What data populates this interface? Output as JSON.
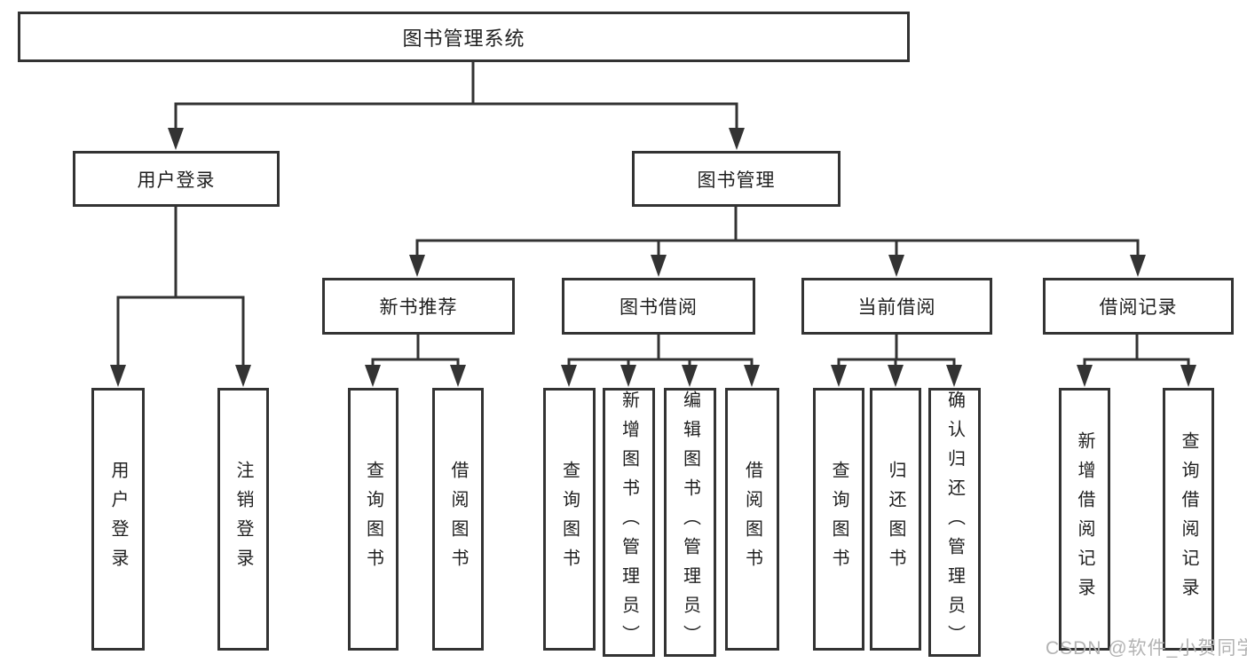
{
  "diagram": {
    "type": "tree",
    "orientation": "top-down"
  },
  "colors": {
    "line": "#333333",
    "box_border": "#333333",
    "box_fill": "#ffffff",
    "text": "#1f1f1f",
    "watermark": "#b3b3b3",
    "background": "#ffffff"
  },
  "tree": {
    "root": {
      "label": "图书管理系统",
      "children": [
        {
          "label": "用户登录",
          "children": [
            {
              "label": "用户登录"
            },
            {
              "label": "注销登录"
            }
          ]
        },
        {
          "label": "图书管理",
          "children": [
            {
              "label": "新书推荐",
              "children": [
                {
                  "label": "查询图书"
                },
                {
                  "label": "借阅图书"
                }
              ]
            },
            {
              "label": "图书借阅",
              "children": [
                {
                  "label": "查询图书"
                },
                {
                  "label": "新增图书（管理员）"
                },
                {
                  "label": "编辑图书（管理员）"
                },
                {
                  "label": "借阅图书"
                }
              ]
            },
            {
              "label": "当前借阅",
              "children": [
                {
                  "label": "查询图书"
                },
                {
                  "label": "归还图书"
                },
                {
                  "label": "确认归还（管理员）"
                }
              ]
            },
            {
              "label": "借阅记录",
              "children": [
                {
                  "label": "新增借阅记录"
                },
                {
                  "label": "查询借阅记录"
                }
              ]
            }
          ]
        }
      ]
    }
  },
  "watermark": {
    "text": "CSDN @软件_小贺同学"
  }
}
